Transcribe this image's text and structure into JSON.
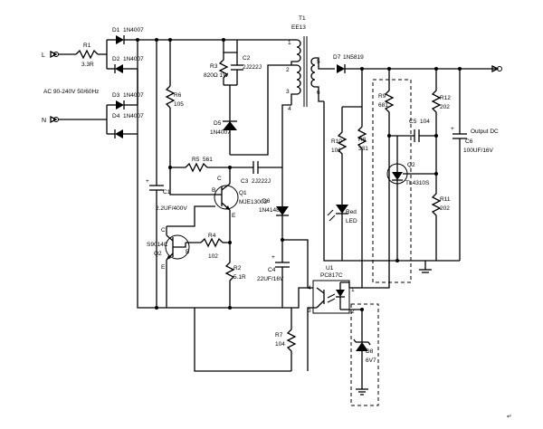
{
  "terminals": {
    "l": "L",
    "n": "N",
    "ac_input": "AC 90-240V 50/60Hz"
  },
  "r1": {
    "ref": "R1",
    "value": "3.3R"
  },
  "d1": {
    "ref": "D1",
    "value": "1N4007"
  },
  "d2": {
    "ref": "D2",
    "value": "1N4007"
  },
  "d3": {
    "ref": "D3",
    "value": "1N4007"
  },
  "d4": {
    "ref": "D4",
    "value": "1N4007"
  },
  "r6": {
    "ref": "R6",
    "value": "105"
  },
  "r3": {
    "ref": "R3",
    "value": "820Ω 1W"
  },
  "c2": {
    "ref": "C2",
    "value": "2J222J"
  },
  "d5": {
    "ref": "D5",
    "value": "1N4007"
  },
  "r5": {
    "ref": "R5",
    "value": "561"
  },
  "c3": {
    "ref": "C3",
    "value": "2J222J"
  },
  "c1": {
    "ref": "C1",
    "value": "2.2UF/400V"
  },
  "q1": {
    "ref": "Q1",
    "value": "MJE13003"
  },
  "q2_left": {
    "ref": "Q2",
    "value": "S9014C"
  },
  "r4": {
    "ref": "R4",
    "value": "102"
  },
  "r2": {
    "ref": "R2",
    "value": "5.1R"
  },
  "d6": {
    "ref": "D6",
    "value": "1N4148"
  },
  "c4": {
    "ref": "C4",
    "value": "22UF/16V"
  },
  "t1": {
    "ref": "T1",
    "value": "EE13"
  },
  "t1_pins": [
    "1",
    "2",
    "3",
    "4",
    "5",
    "6"
  ],
  "d7": {
    "ref": "D7",
    "value": "1N5819"
  },
  "r9": {
    "ref": "R9",
    "value": "681"
  },
  "r10": {
    "ref": "R10",
    "value": "102"
  },
  "r8": {
    "ref": "R8",
    "value": "331"
  },
  "c5": {
    "ref": "C5",
    "value": "104"
  },
  "r12": {
    "ref": "R12",
    "value": "202"
  },
  "r11": {
    "ref": "R11",
    "value": "202"
  },
  "c6": {
    "ref": "C6",
    "value": "100UF/16V"
  },
  "output": "Output  DC",
  "q2_ic": {
    "ref": "Q2",
    "value": "TL4310S"
  },
  "led": {
    "ref": "Red",
    "value": "LED"
  },
  "u1": {
    "ref": "U1",
    "value": "PC817C",
    "pins": [
      "1",
      "2",
      "3",
      "4"
    ]
  },
  "r7": {
    "ref": "R7",
    "value": "104"
  },
  "d8": {
    "ref": "D8",
    "value": "6V7"
  },
  "q1_pins": {
    "c": "C",
    "b": "B",
    "e": "E"
  },
  "q2_pins": {
    "c": "C",
    "b": "B",
    "e": "E"
  }
}
